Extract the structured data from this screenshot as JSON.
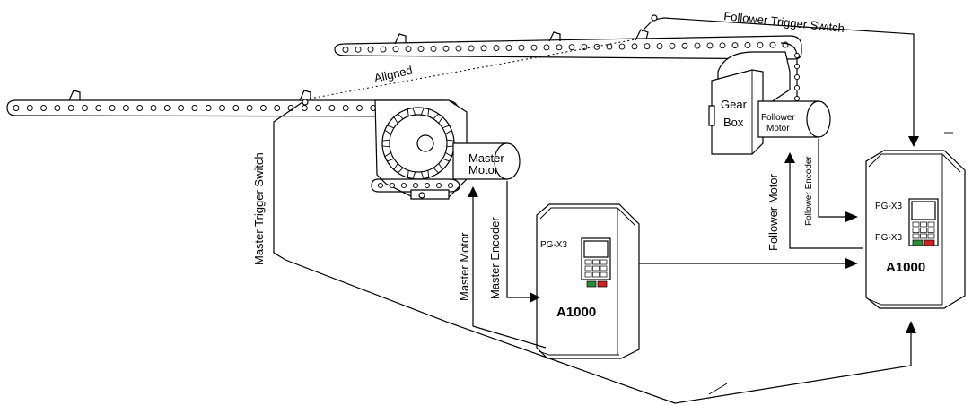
{
  "labels": {
    "follower_trigger_switch": "Follower Trigger Switch",
    "aligned": "Aligned",
    "master_trigger_switch": "Master Trigger Switch",
    "gear_box_line1": "Gear",
    "gear_box_line2": "Box",
    "follower_motor_line1": "Follower",
    "follower_motor_line2": "Motor",
    "master_motor_line1": "Master",
    "master_motor_line2": "Motor",
    "master_motor_cable": "Master Motor",
    "master_encoder_cable": "Master Encoder",
    "follower_motor_cable": "Follower Motor",
    "follower_encoder_cable": "Follower Encoder"
  },
  "drives": {
    "master": {
      "model": "A1000",
      "option_card": "PG-X3"
    },
    "follower": {
      "model": "A1000",
      "option_card_1": "PG-X3",
      "option_card_2": "PG-X3"
    }
  }
}
